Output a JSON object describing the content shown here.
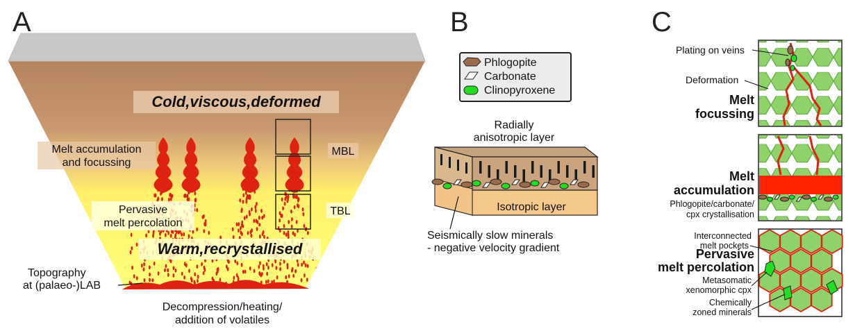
{
  "panels": {
    "a": {
      "letter": "A",
      "cold_label": "Cold,viscous,deformed",
      "accumulation_label": [
        "Melt accumulation",
        "and focussing"
      ],
      "percolation_label": [
        "Pervasive",
        "melt percolation"
      ],
      "warm_label": "Warm,recrystallised",
      "topography_label": [
        "Topography",
        "at (palaeo-)LAB"
      ],
      "bottom_label": [
        "Decompression/heating/",
        "addition of volatiles"
      ],
      "mbl_label": "MBL",
      "tbl_label": "TBL"
    },
    "b": {
      "letter": "B",
      "legend": [
        {
          "label": "Phlogopite",
          "color": "#9b6b4a"
        },
        {
          "label": "Carbonate",
          "color": "#ffffff"
        },
        {
          "label": "Clinopyroxene",
          "color": "#22dd22"
        }
      ],
      "top_label": [
        "Radially",
        "anisotropic layer"
      ],
      "isotropic_label": "Isotropic layer",
      "bottom_label": [
        "Seismically slow minerals",
        "- negative velocity gradient"
      ]
    },
    "c": {
      "letter": "C",
      "box1": {
        "plating_label": "Plating on veins",
        "deformation_label": "Deformation",
        "title": [
          "Melt",
          "focussing"
        ]
      },
      "box2": {
        "title": [
          "Melt",
          "accumulation"
        ],
        "note": [
          "Phlogopite/carbonate/",
          "cpx crystallisation"
        ]
      },
      "box3": {
        "interconnected_label": [
          "Interconnected",
          "melt pockets"
        ],
        "title": [
          "Pervasive",
          "melt percolation"
        ],
        "metasomatic_label": [
          "Metasomatic",
          "xenomorphic cpx"
        ],
        "zoned_label": [
          "Chemically",
          "zoned minerals"
        ]
      }
    }
  },
  "colors": {
    "crust_gray": "#c8c8c8",
    "brown": "#b88a68",
    "yellow": "#ffff66",
    "melt_red": "#dd2211",
    "grain_green": "#8fd16a",
    "cpx_green": "#22dd22",
    "phlogopite": "#9b6b4a"
  }
}
